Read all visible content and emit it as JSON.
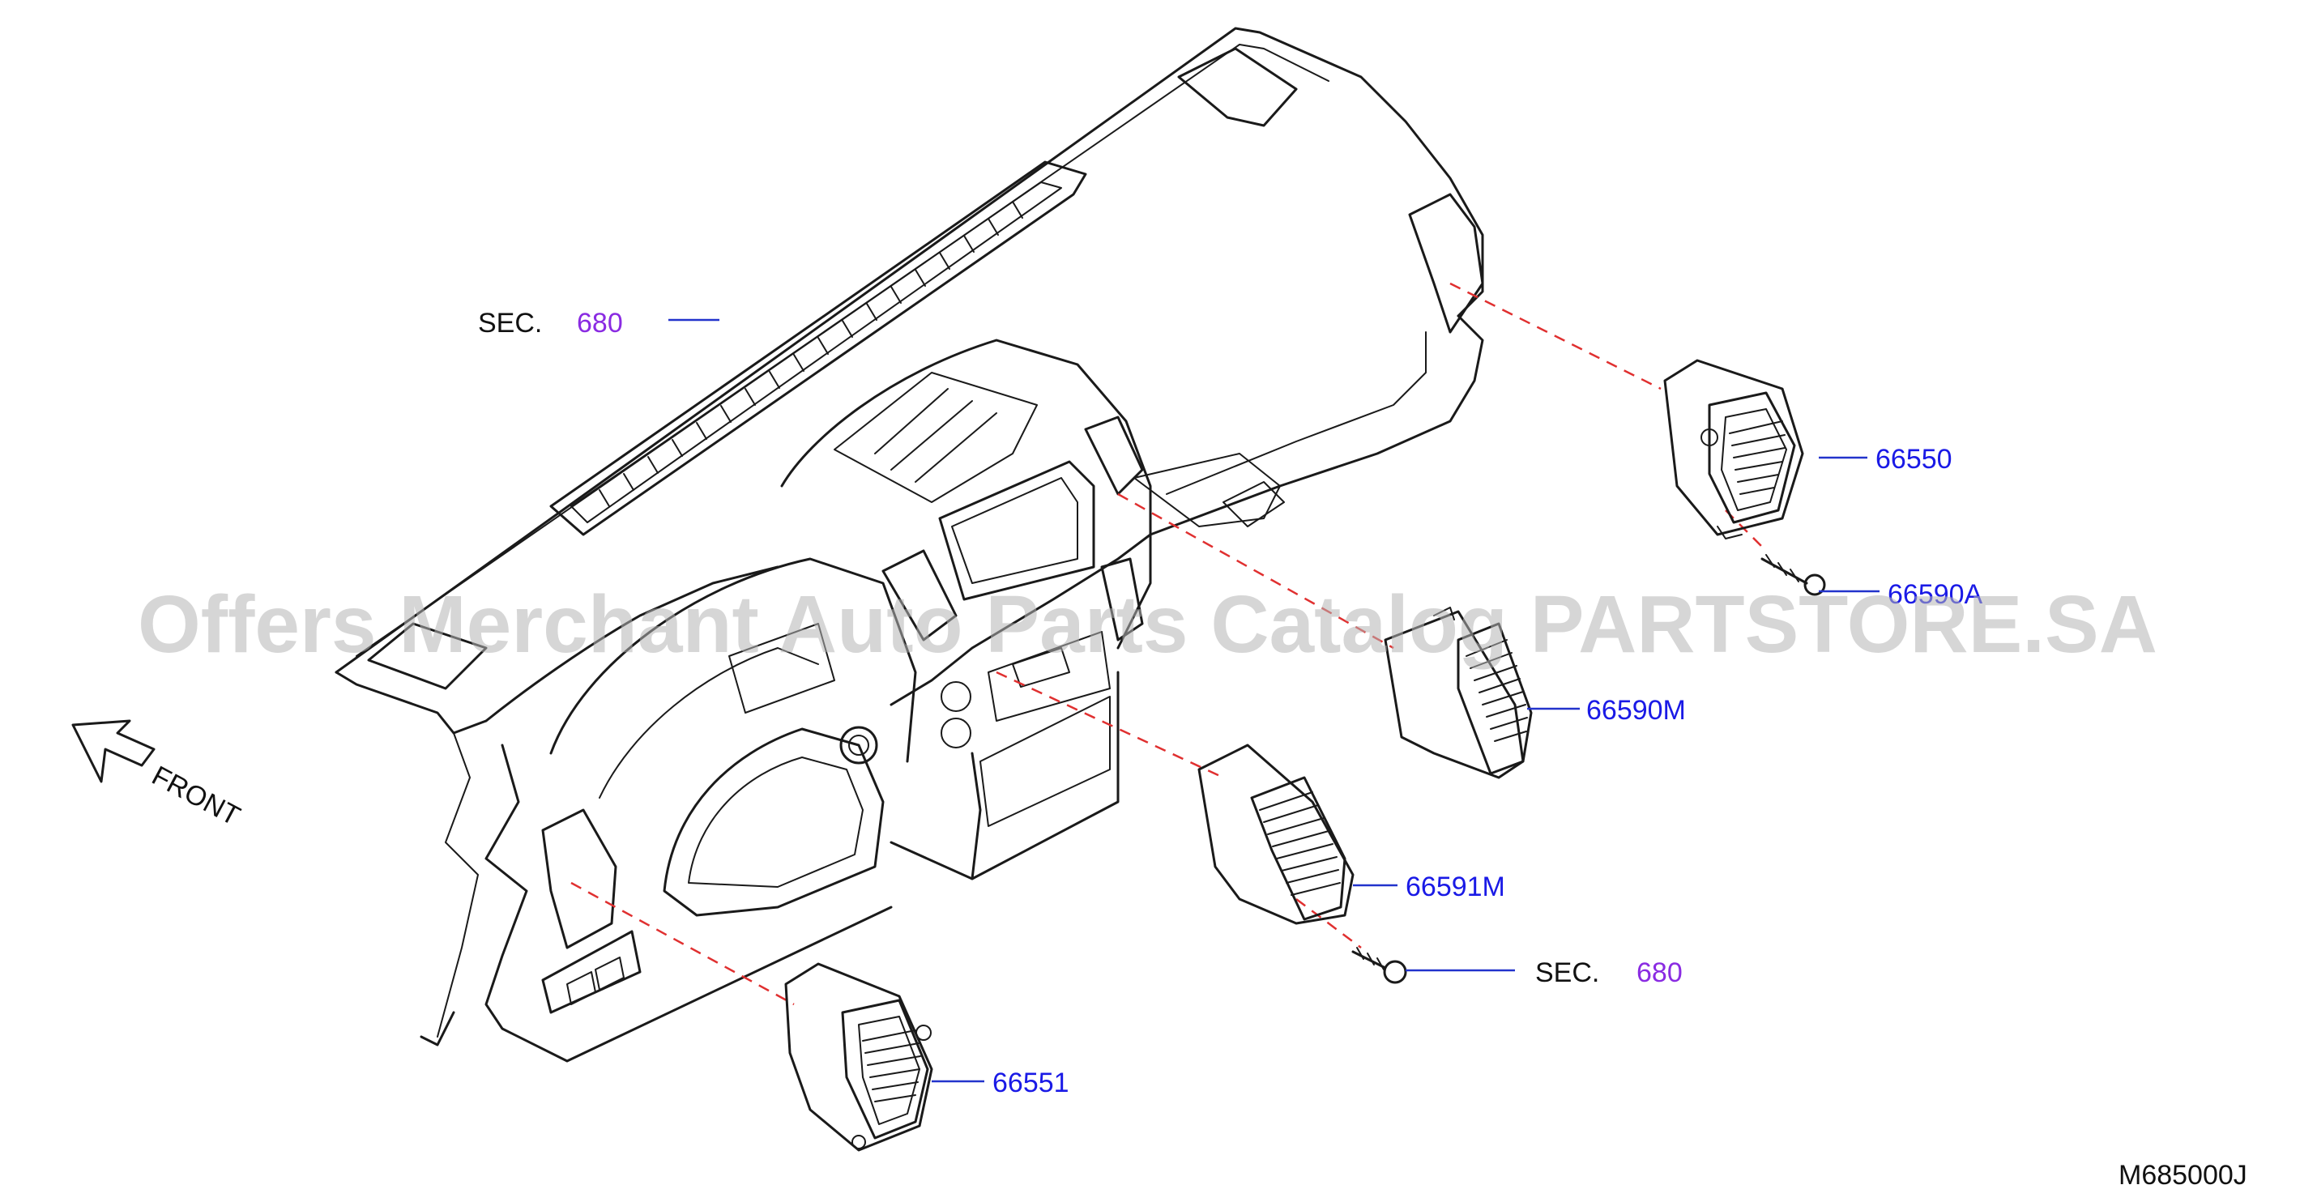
{
  "labels": {
    "sec_top_prefix": "SEC.",
    "sec_top_ref": "680",
    "sec_bottom_prefix": "SEC.",
    "sec_bottom_ref": "680",
    "part_66550": "66550",
    "part_66590m": "66590M",
    "part_66591m": "66591M",
    "part_66551": "66551",
    "part_clip": "66590A",
    "front": "FRONT",
    "drawing_code": "M685000J"
  },
  "watermark": "Offers Merchant Auto Parts Catalog PARTSTORE.SA",
  "colors": {
    "part_number": "#1a1ae6",
    "section_ref": "#8a2be2",
    "leader_line": "#2233cc",
    "assembly_line": "#e03030",
    "outline": "#1a1a1a"
  }
}
